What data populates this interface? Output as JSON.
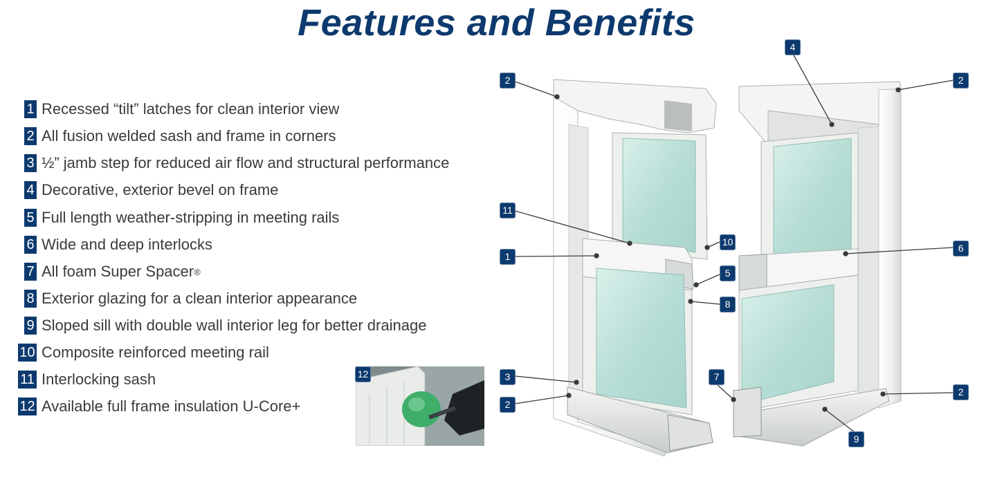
{
  "title": "Features and Benefits",
  "features": [
    {
      "num": "1",
      "text": "Recessed “tilt” latches for clean interior view"
    },
    {
      "num": "2",
      "text": "All fusion welded sash and frame in corners"
    },
    {
      "num": "3",
      "text": "½” jamb step for reduced air flow and structural performance"
    },
    {
      "num": "4",
      "text": "Decorative, exterior bevel on frame"
    },
    {
      "num": "5",
      "text": "Full length weather-stripping in meeting rails"
    },
    {
      "num": "6",
      "text": "Wide and deep interlocks"
    },
    {
      "num": "7",
      "text": "All foam Super Spacer",
      "mark": "®"
    },
    {
      "num": "8",
      "text": "Exterior glazing for a clean interior appearance"
    },
    {
      "num": "9",
      "text": "Sloped sill with double wall interior leg for better drainage"
    },
    {
      "num": "10",
      "text": "Composite reinforced meeting rail"
    },
    {
      "num": "11",
      "text": "Interlocking sash"
    },
    {
      "num": "12",
      "text": "Available full frame insulation U-Core+"
    }
  ],
  "callouts": {
    "c4": "4",
    "c2a": "2",
    "c2b": "2",
    "c11": "11",
    "c10": "10",
    "c1": "1",
    "c6": "6",
    "c5": "5",
    "c8": "8",
    "c3": "3",
    "c7": "7",
    "c2c": "2",
    "c2d": "2",
    "c9": "9",
    "c12": "12"
  },
  "colors": {
    "brand": "#0d3a6e",
    "glass": "#bfe3dc",
    "frame": "#eef0ee",
    "foam": "#3fae6b"
  }
}
